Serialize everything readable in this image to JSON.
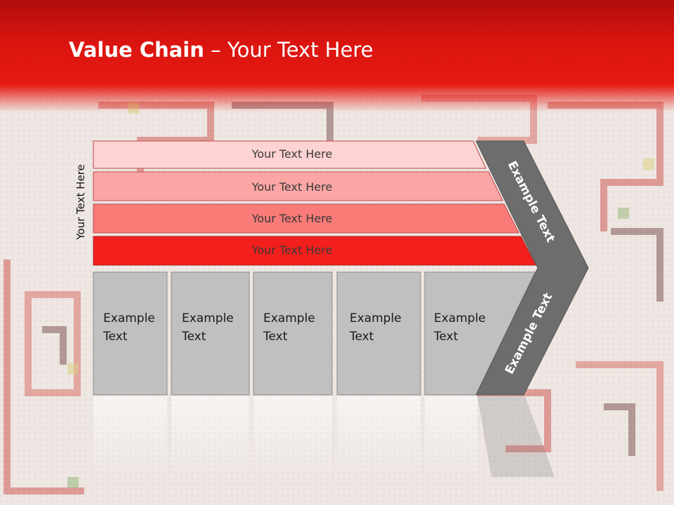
{
  "title": {
    "bold": "Value Chain",
    "rest": " – Your Text Here"
  },
  "side_label": "Your Text Here",
  "bars": [
    {
      "label": "Your Text Here",
      "color": "#fdd3d3"
    },
    {
      "label": "Your Text Here",
      "color": "#fba6a4"
    },
    {
      "label": "Your Text Here",
      "color": "#f87b77"
    },
    {
      "label": "Your Text Here",
      "color": "#f31f1c"
    }
  ],
  "columns": [
    {
      "line1": "Example",
      "line2": "Text"
    },
    {
      "line1": "Example",
      "line2": "Text"
    },
    {
      "line1": "Example",
      "line2": "Text"
    },
    {
      "line1": "Example",
      "line2": "Text"
    },
    {
      "line1": "Example",
      "line2": "Text"
    }
  ],
  "chevron": {
    "upper_label": "Example Text",
    "lower_label": "Example Text",
    "color": "#6d6d6d"
  },
  "colors": {
    "header": "#e51a12",
    "column_fill": "#c0c0c0"
  }
}
